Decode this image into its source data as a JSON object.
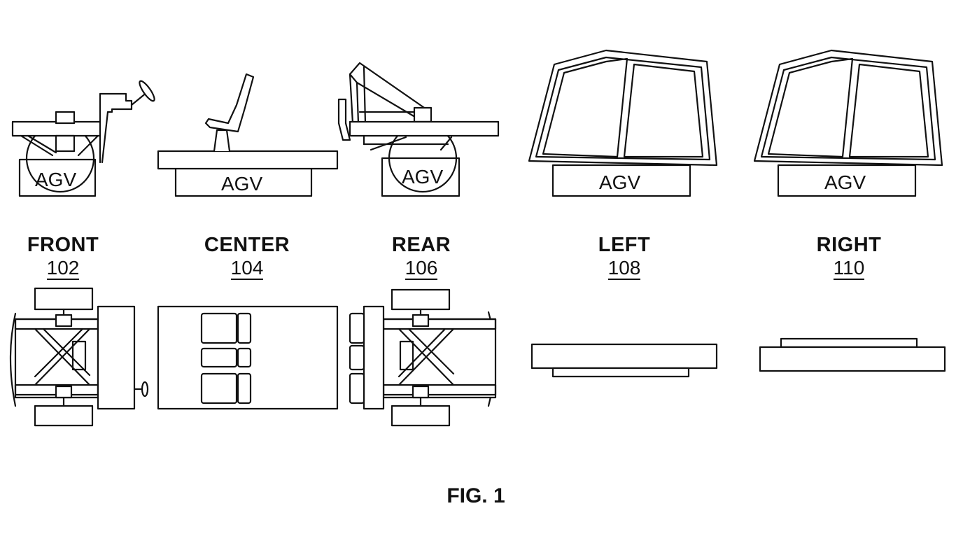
{
  "figure": {
    "caption": "FIG. 1"
  },
  "sections": [
    {
      "title": "FRONT",
      "ref": "102",
      "side_label": "AGV"
    },
    {
      "title": "CENTER",
      "ref": "104",
      "side_label": "AGV"
    },
    {
      "title": "REAR",
      "ref": "106",
      "side_label": "AGV"
    },
    {
      "title": "LEFT",
      "ref": "108",
      "side_label": "AGV"
    },
    {
      "title": "RIGHT",
      "ref": "110",
      "side_label": "AGV"
    }
  ],
  "colors": {
    "line": "#111111",
    "background": "#ffffff"
  }
}
